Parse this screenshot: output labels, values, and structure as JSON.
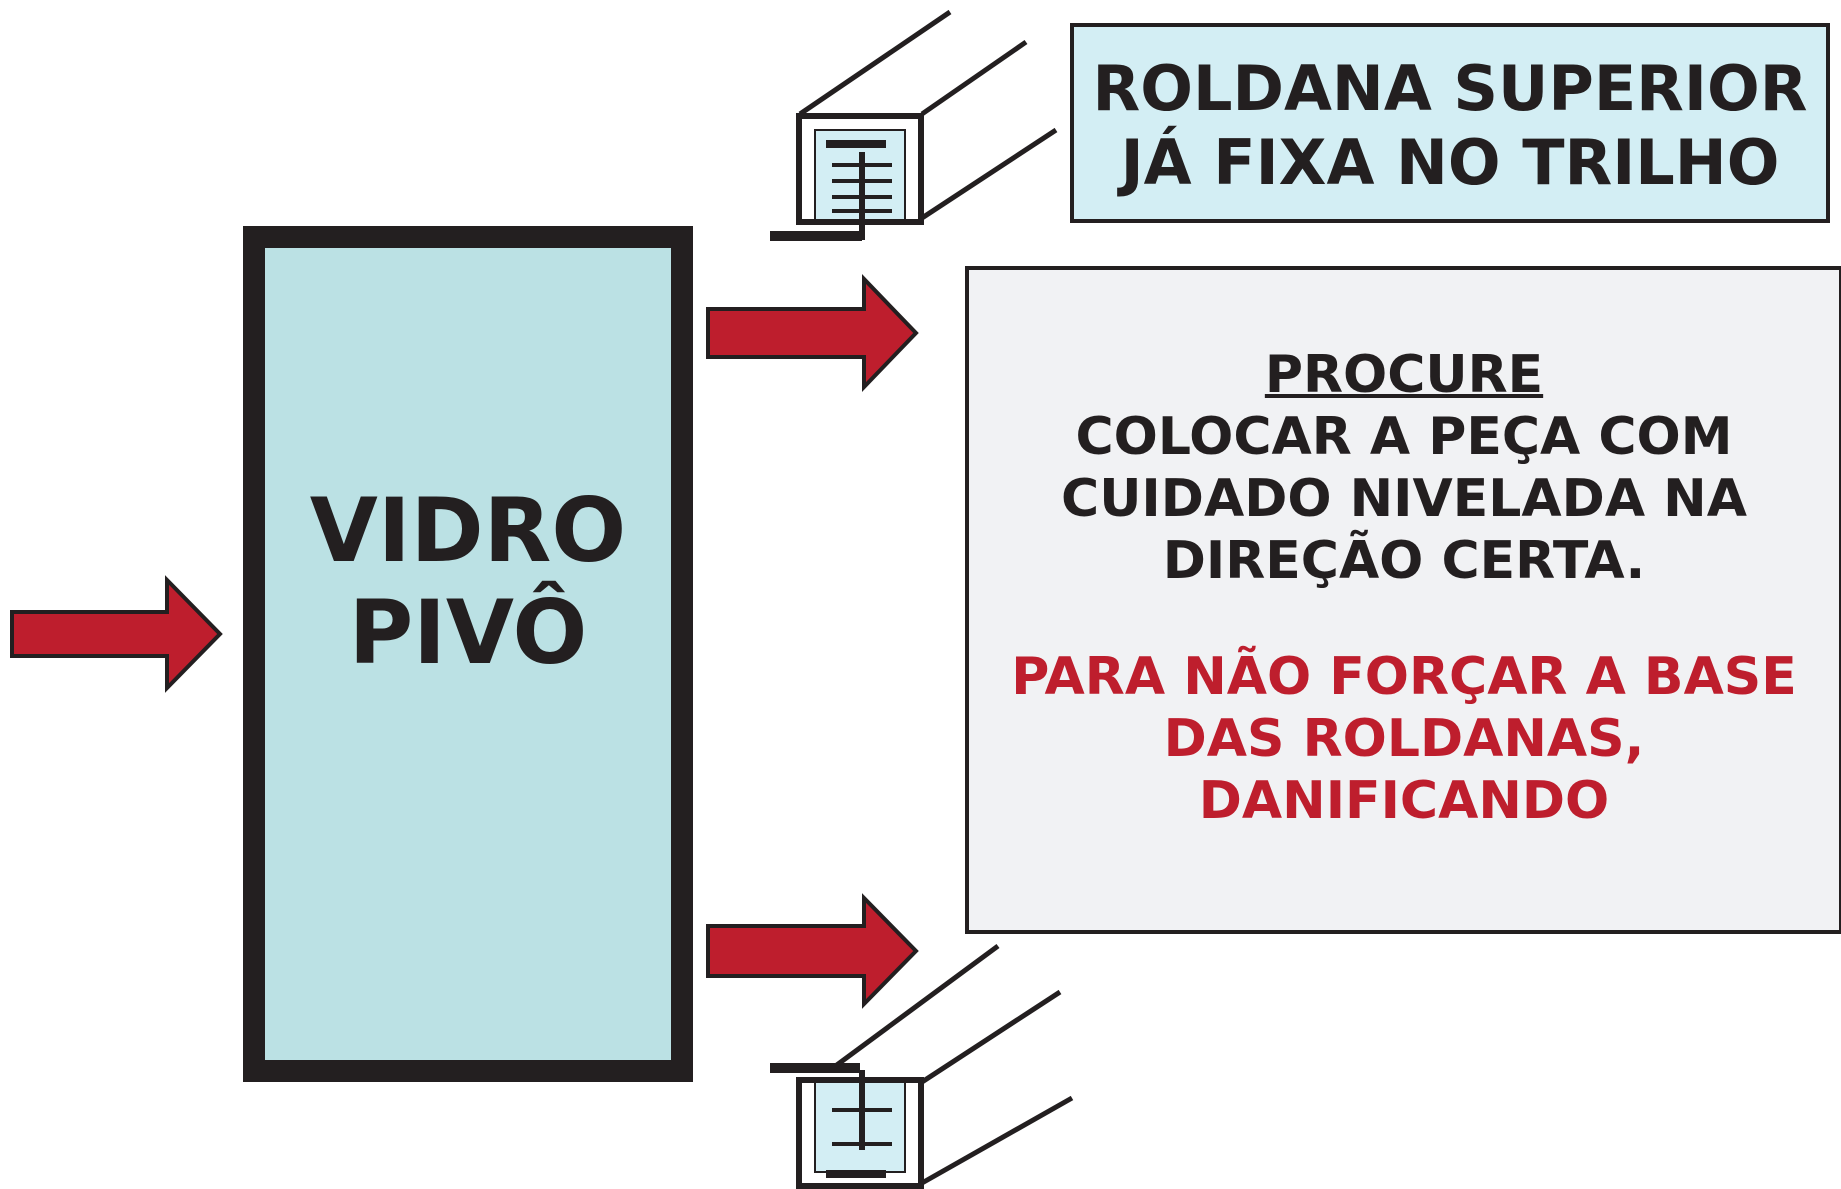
{
  "colors": {
    "glass_fill": "#bbe1e4",
    "pulley_box_fill": "#d3eef4",
    "instruction_box_fill": "#f1f2f4",
    "arrow_fill": "#be1e2d",
    "outline": "#231f20",
    "warning_text": "#be1e2d"
  },
  "glass": {
    "label_lines": [
      "VIDRO",
      "PIVÔ"
    ]
  },
  "pulley_note": {
    "lines": [
      "ROLDANA SUPERIOR",
      "JÁ FIXA NO TRILHO"
    ]
  },
  "instructions": {
    "heading": "PROCURE",
    "lines": [
      "COLOCAR A PEÇA COM",
      "CUIDADO NIVELADA NA",
      "DIREÇÃO CERTA."
    ],
    "warning_lines": [
      "PARA NÃO FORÇAR A BASE",
      "DAS ROLDANAS,",
      "DANIFICANDO"
    ]
  },
  "icons": {
    "arrows": [
      "arrow-right-icon",
      "arrow-right-icon",
      "arrow-right-icon"
    ],
    "pulleys": [
      "top-pulley-rail-icon",
      "bottom-pulley-rail-icon"
    ]
  }
}
